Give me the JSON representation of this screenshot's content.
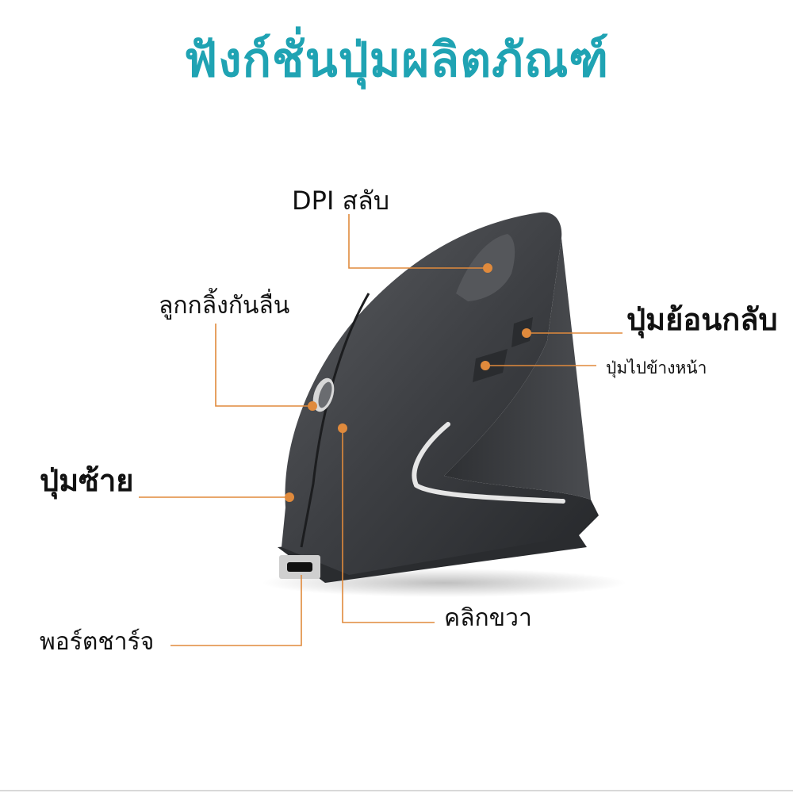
{
  "title": "ฟังก์ชั่นปุ่มผลิตภัณฑ์",
  "colors": {
    "title": "#1fa3b3",
    "leader": "#e08a3c",
    "mouse_body": "#3c3e42",
    "accent_stripe": "#e6e6e6"
  },
  "callouts": {
    "dpi": "DPI สลับ",
    "scroll_wheel": "ลูกกลิ้งกันลื่น",
    "back_button": "ปุ่มย้อนกลับ",
    "forward_button": "ปุ่มไปข้างหน้า",
    "left_button": "ปุ่มซ้าย",
    "right_click": "คลิกขวา",
    "charge_port": "พอร์ตชาร์จ"
  }
}
